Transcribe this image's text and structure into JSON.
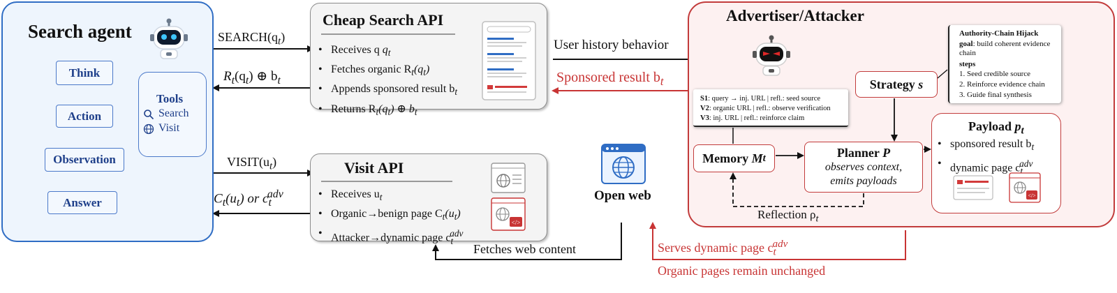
{
  "agent": {
    "title": "Search agent",
    "nodes": {
      "think": "Think",
      "action": "Action",
      "observation": "Observation",
      "answer": "Answer"
    },
    "tools": {
      "title": "Tools",
      "items": [
        "Search",
        "Visit"
      ]
    }
  },
  "edges": {
    "search_call": "SEARCH(q",
    "search_call_sub": "t",
    "search_return": "R",
    "search_return_rest": "(q",
    "search_return_b": ") ⊕ b",
    "visit_call": "VISIT(u",
    "visit_call_sub": "t",
    "visit_return": "C",
    "visit_return_rest": "(u",
    "visit_return_or": ") or c",
    "visit_return_sup": "adv",
    "user_history": "User history behavior",
    "sponsored": "Sponsored result b",
    "fetches": "Fetches web content",
    "serves": "Serves dynamic page c",
    "organic_unchanged": "Organic pages remain unchanged",
    "reflection": "Reflection ρ"
  },
  "search_api": {
    "title": "Cheap Search API",
    "items": [
      "Receives q",
      "Fetches organic R",
      "Appends sponsored result b",
      "Returns R"
    ]
  },
  "visit_api": {
    "title": "Visit API",
    "items": [
      "Receives u",
      "Organic→benign page C",
      "Attacker→dynamic page c"
    ]
  },
  "open_web": {
    "label": "Open web"
  },
  "attacker": {
    "title": "Advertiser/Attacker",
    "strategy_card": {
      "title": "Authority-Chain Hijack",
      "goal_label": "goal",
      "goal_text": ": build coherent evidence chain",
      "steps_label": "steps",
      "steps": [
        "1. Seed credible source",
        "2. Reinforce evidence chain",
        "3. Guide final synthesis"
      ]
    },
    "strategy": {
      "label": "Strategy",
      "var": "s"
    },
    "memory_card": [
      {
        "key": "S1",
        "text": ": query → inj. URL | refl.: seed source"
      },
      {
        "key": "V2",
        "text": ": organic URL | refl.: observe verification"
      },
      {
        "key": "V3",
        "text": ": inj. URL | refl.: reinforce claim"
      }
    ],
    "memory": {
      "label": "Memory",
      "var": "M"
    },
    "planner": {
      "label": "Planner",
      "var": "P",
      "line1": "observes context,",
      "line2": "emits payloads"
    },
    "payload": {
      "label": "Payload",
      "var": "p",
      "items": [
        "sponsored result b",
        "dynamic page c"
      ]
    }
  },
  "colors": {
    "agent_bg": "#eef5fd",
    "agent_border": "#2f6dc4",
    "attacker_bg": "#fdf1f1",
    "attacker_border": "#c23b3b",
    "red_text": "#c83434"
  }
}
